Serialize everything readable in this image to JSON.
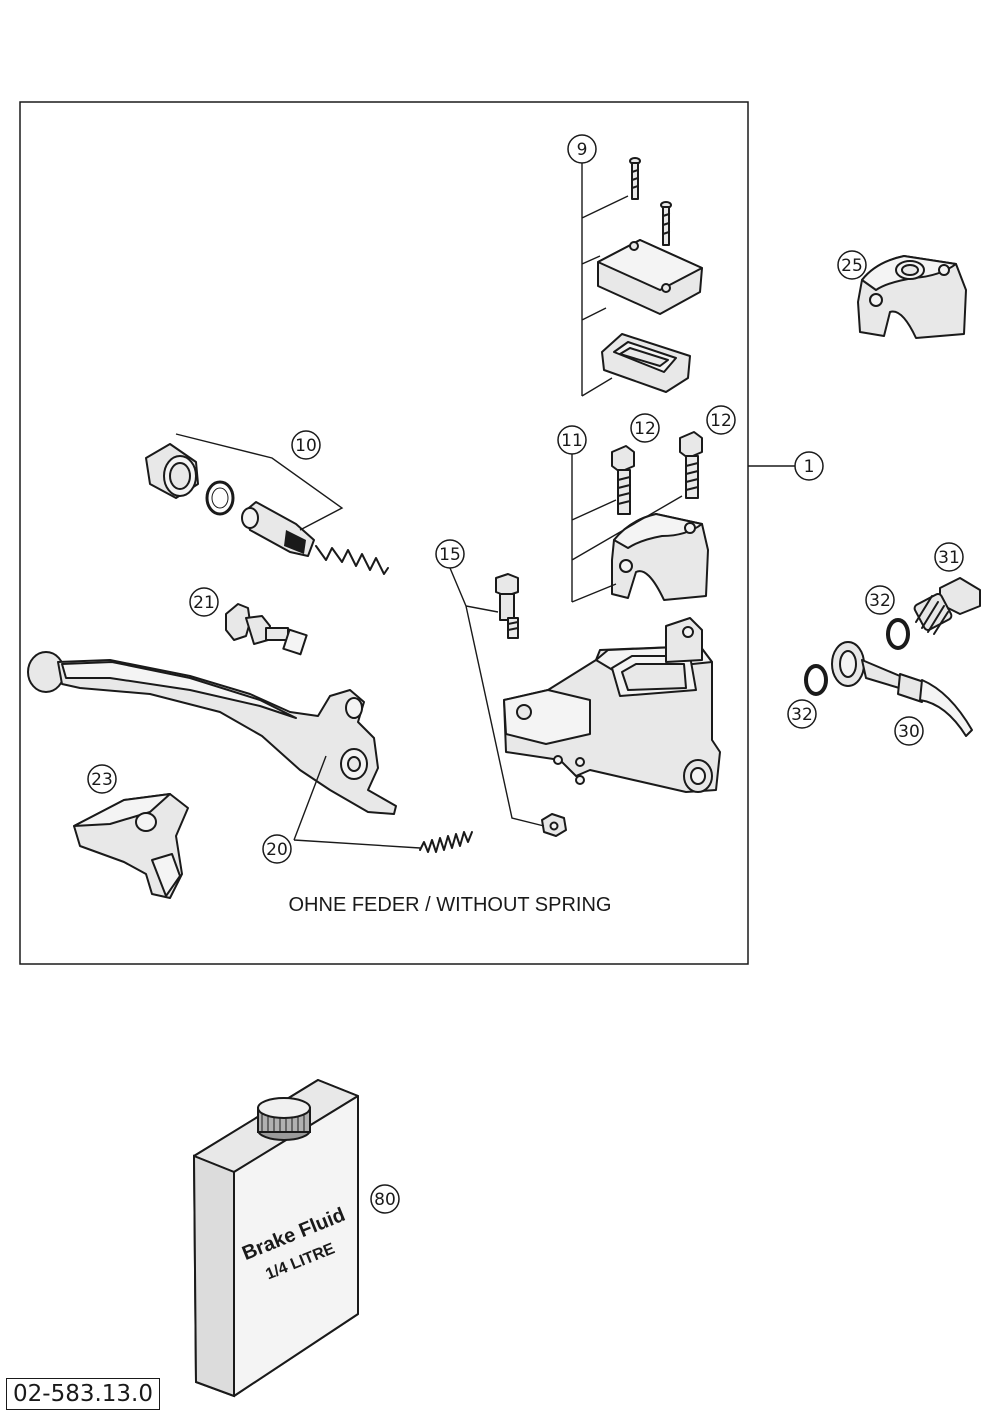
{
  "callouts": {
    "c1": "1",
    "c9": "9",
    "c10": "10",
    "c11": "11",
    "c12a": "12",
    "c12b": "12",
    "c15": "15",
    "c20": "20",
    "c21": "21",
    "c23": "23",
    "c25": "25",
    "c30": "30",
    "c31": "31",
    "c32a": "32",
    "c32b": "32",
    "c80": "80"
  },
  "note": "OHNE FEDER / WITHOUT SPRING",
  "bottle": {
    "line1": "Brake Fluid",
    "line2": "1/4 LITRE"
  },
  "drawing_number": "02-583.13.0"
}
